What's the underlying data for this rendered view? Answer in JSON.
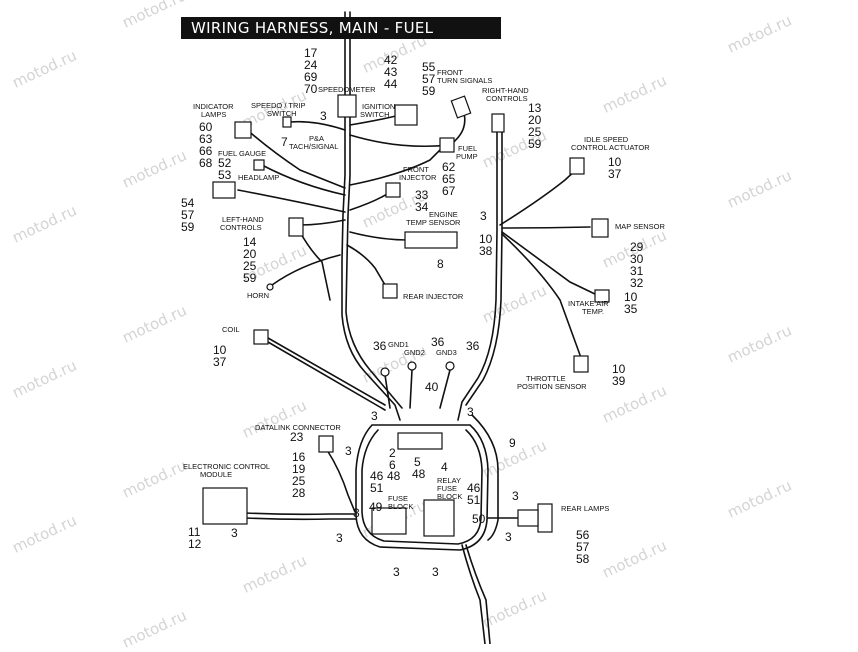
{
  "title": "WIRING HARNESS, MAIN - FUEL INJECTED",
  "watermark": "motod.ru",
  "labels": {
    "speedometer": "SPEEDOMETER",
    "indicator_lamps_1": "INDICATOR",
    "indicator_lamps_2": "LAMPS",
    "speedo_trip_1": "SPEEDO / TRIP",
    "speedo_trip_2": "SWITCH",
    "ignition_1": "IGNITION",
    "ignition_2": "SWITCH",
    "front_turn_1": "FRONT",
    "front_turn_2": "TURN SIGNALS",
    "rh_controls_1": "RIGHT-HAND",
    "rh_controls_2": "CONTROLS",
    "pa_tach_1": "P&A",
    "pa_tach_2": "TACH/SIGNAL",
    "fuel_gauge": "FUEL GAUGE",
    "fuel_pump_1": "FUEL",
    "fuel_pump_2": "PUMP",
    "front_injector_1": "FRONT",
    "front_injector_2": "INJECTOR",
    "idle_speed_1": "IDLE SPEED",
    "idle_speed_2": "CONTROL ACTUATOR",
    "headlamp": "HEADLAMP",
    "engine_temp_1": "ENGINE",
    "engine_temp_2": "TEMP SENSOR",
    "map_sensor": "MAP SENSOR",
    "lh_controls_1": "LEFT-HAND",
    "lh_controls_2": "CONTROLS",
    "horn": "HORN",
    "rear_injector": "REAR INJECTOR",
    "intake_air_1": "INTAKE AIR",
    "intake_air_2": "TEMP.",
    "coil": "COIL",
    "gnd1": "GND1",
    "gnd2": "GND2",
    "gnd3": "GND3",
    "throttle_1": "THROTTLE",
    "throttle_2": "POSITION SENSOR",
    "datalink": "DATALINK CONNECTOR",
    "ecm_1": "ELECTRONIC CONTROL",
    "ecm_2": "MODULE",
    "relay_1": "RELAY",
    "relay_2": "FUSE",
    "relay_3": "BLOCK",
    "fuse_block_1": "FUSE",
    "fuse_block_2": "BLOCK",
    "rear_lamps": "REAR LAMPS"
  },
  "numbers": {
    "n17": "17",
    "n24": "24",
    "n69": "69",
    "n70": "70",
    "n42": "42",
    "n43": "43",
    "n44": "44",
    "n55": "55",
    "n57a": "57",
    "n59a": "59",
    "n13": "13",
    "n20a": "20",
    "n25a": "25",
    "n59b": "59",
    "n60": "60",
    "n63": "63",
    "n66": "66",
    "n68": "68",
    "n3_speedo": "3",
    "n7": "7",
    "n52": "52",
    "n53": "53",
    "n62": "62",
    "n65": "65",
    "n67": "67",
    "n10_idle": "10",
    "n37_idle": "37",
    "n54": "54",
    "n57b": "57",
    "n59c": "59",
    "n33": "33",
    "n34": "34",
    "n3_right": "3",
    "n10_temp": "10",
    "n38": "38",
    "n8": "8",
    "n29": "29",
    "n30": "30",
    "n31": "31",
    "n32": "32",
    "n14": "14",
    "n20b": "20",
    "n25b": "25",
    "n59d": "59",
    "n10_iat": "10",
    "n35": "35",
    "n10_coil": "10",
    "n37_coil": "37",
    "n36_1": "36",
    "n36_2": "36",
    "n36_3": "36",
    "n10_tps": "10",
    "n39": "39",
    "n40": "40",
    "n3_a": "3",
    "n3_b": "3",
    "n9": "9",
    "n23": "23",
    "n3_c": "3",
    "n16": "16",
    "n19": "19",
    "n25c": "25",
    "n28": "28",
    "n2": "2",
    "n6": "6",
    "n4": "4",
    "n5": "5",
    "n46a": "46",
    "n48a": "48",
    "n51a": "51",
    "n48b": "48",
    "n46b": "46",
    "n51b": "51",
    "n3_d": "3",
    "n49": "49",
    "n50": "50",
    "n3_e": "3",
    "n3_f": "3",
    "n3_g": "3",
    "n11": "11",
    "n12": "12",
    "n3_ecm": "3",
    "n3_h": "3",
    "n3_i": "3",
    "n56": "56",
    "n57c": "57",
    "n58": "58"
  }
}
